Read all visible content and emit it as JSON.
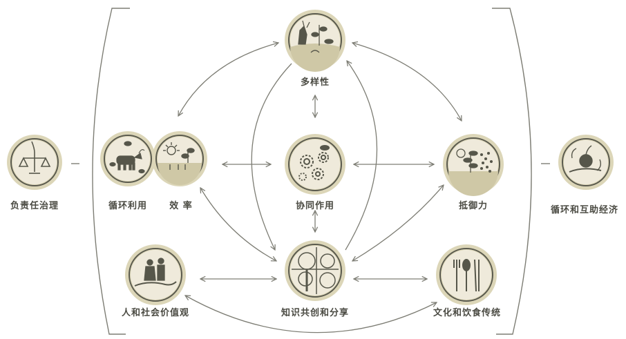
{
  "colors": {
    "line": "#7d7d74",
    "ring_outer": "#dcd6b8",
    "ring_dark": "#5a5a4e",
    "disc": "#efeadb",
    "ground": "#cfc8a6",
    "icon": "#56564a",
    "text": "#4a4a42"
  },
  "nodes": {
    "governance": {
      "label": "负责任治理",
      "icon": "scale-icon"
    },
    "recycling": {
      "label": "循环利用",
      "icon": "ox-leaves-icon"
    },
    "efficiency": {
      "label": "效 率",
      "icon": "sun-sprout-icon"
    },
    "diversity": {
      "label": "多样性",
      "icon": "animals-plants-icon"
    },
    "synergy": {
      "label": "协同作用",
      "icon": "gears-icon"
    },
    "resilience": {
      "label": "抵御力",
      "icon": "plant-rain-icon"
    },
    "human_values": {
      "label": "人和社会价值观",
      "icon": "people-hand-icon"
    },
    "knowledge": {
      "label": "知识共创和分享",
      "icon": "tree-puzzle-icon"
    },
    "culture_food": {
      "label": "文化和饮食传统",
      "icon": "utensils-icon"
    },
    "circular_economy": {
      "label": "循环和互助经济",
      "icon": "apple-hand-icon"
    }
  }
}
